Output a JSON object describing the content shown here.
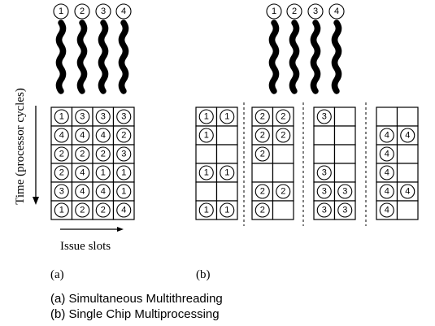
{
  "thread_ids": [
    "1",
    "2",
    "3",
    "4"
  ],
  "axis": {
    "time_label": "Time (processor cycles)",
    "issue_label": "Issue slots"
  },
  "panel_labels": {
    "a": "(a)",
    "b": "(b)"
  },
  "captions": {
    "a": "(a) Simultaneous Multithreading",
    "b": "(b) Single Chip Multiprocessing"
  },
  "smt_grid": [
    [
      "1",
      "3",
      "3",
      "3"
    ],
    [
      "4",
      "4",
      "4",
      "2"
    ],
    [
      "2",
      "2",
      "2",
      "3"
    ],
    [
      "2",
      "4",
      "1",
      "1"
    ],
    [
      "3",
      "4",
      "4",
      "1"
    ],
    [
      "1",
      "2",
      "2",
      "4"
    ]
  ],
  "cmp_grids": [
    [
      [
        "1",
        "1"
      ],
      [
        "1",
        ""
      ],
      [
        "",
        ""
      ],
      [
        "1",
        "1"
      ],
      [
        "",
        ""
      ],
      [
        "1",
        "1"
      ]
    ],
    [
      [
        "2",
        "2"
      ],
      [
        "2",
        "2"
      ],
      [
        "2",
        ""
      ],
      [
        "",
        ""
      ],
      [
        "2",
        "2"
      ],
      [
        "2",
        ""
      ]
    ],
    [
      [
        "3",
        ""
      ],
      [
        "",
        ""
      ],
      [
        "",
        ""
      ],
      [
        "3",
        ""
      ],
      [
        "3",
        "3"
      ],
      [
        "3",
        "3"
      ]
    ],
    [
      [
        "",
        ""
      ],
      [
        "4",
        "4"
      ],
      [
        "4",
        ""
      ],
      [
        "4",
        ""
      ],
      [
        "4",
        "4"
      ],
      [
        "4",
        ""
      ]
    ]
  ]
}
